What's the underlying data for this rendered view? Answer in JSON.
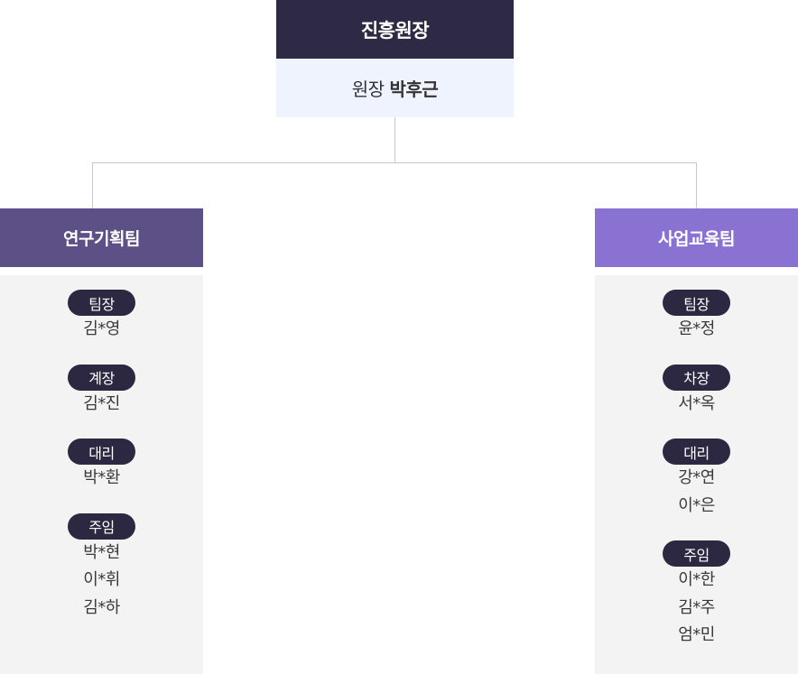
{
  "root": {
    "title": "진흥원장",
    "role": "원장",
    "name": "박후근"
  },
  "teams": [
    {
      "name": "연구기획팀",
      "groups": [
        {
          "position": "팀장",
          "members": [
            "김*영"
          ]
        },
        {
          "position": "계장",
          "members": [
            "김*진"
          ]
        },
        {
          "position": "대리",
          "members": [
            "박*환"
          ]
        },
        {
          "position": "주임",
          "members": [
            "박*현",
            "이*휘",
            "김*하"
          ]
        }
      ]
    },
    {
      "name": "사업교육팀",
      "groups": [
        {
          "position": "팀장",
          "members": [
            "윤*정"
          ]
        },
        {
          "position": "차장",
          "members": [
            "서*옥"
          ]
        },
        {
          "position": "대리",
          "members": [
            "강*연",
            "이*은"
          ]
        },
        {
          "position": "주임",
          "members": [
            "이*한",
            "김*주",
            "엄*민"
          ]
        }
      ]
    }
  ],
  "colors": {
    "root_header": "#2e2a45",
    "root_body": "#eff3fe",
    "team_left_header": "#5c5086",
    "team_right_header": "#8a72d2",
    "badge": "#2c2842",
    "team_body": "#f3f3f3",
    "connector": "#c8c8c8"
  }
}
